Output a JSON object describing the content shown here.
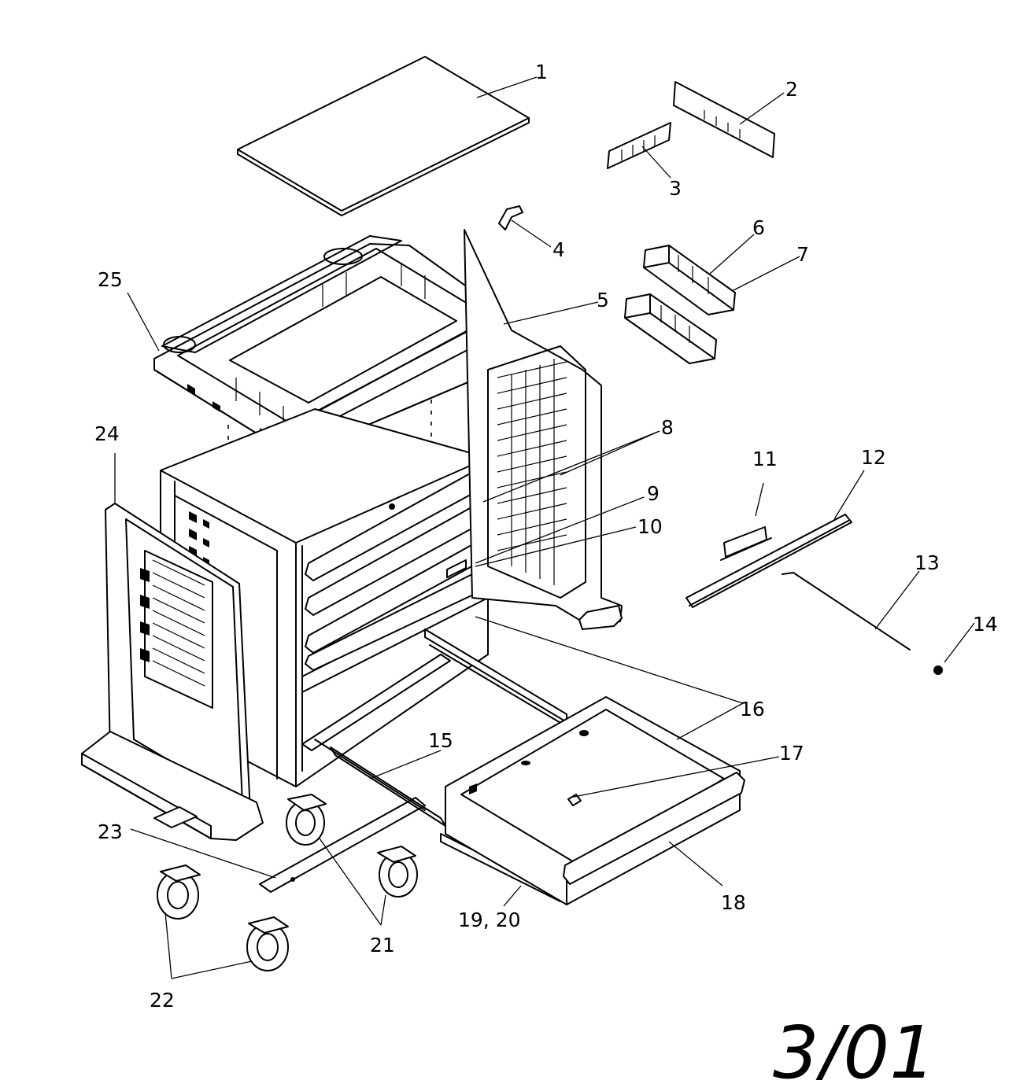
{
  "callouts": [
    {
      "id": "c1",
      "label": "1"
    },
    {
      "id": "c2",
      "label": "2"
    },
    {
      "id": "c3",
      "label": "3"
    },
    {
      "id": "c4",
      "label": "4"
    },
    {
      "id": "c5",
      "label": "5"
    },
    {
      "id": "c6",
      "label": "6"
    },
    {
      "id": "c7",
      "label": "7"
    },
    {
      "id": "c8",
      "label": "8"
    },
    {
      "id": "c9",
      "label": "9"
    },
    {
      "id": "c10",
      "label": "10"
    },
    {
      "id": "c11",
      "label": "11"
    },
    {
      "id": "c12",
      "label": "12"
    },
    {
      "id": "c13",
      "label": "13"
    },
    {
      "id": "c14",
      "label": "14"
    },
    {
      "id": "c15",
      "label": "15"
    },
    {
      "id": "c16",
      "label": "16"
    },
    {
      "id": "c17",
      "label": "17"
    },
    {
      "id": "c18",
      "label": "18"
    },
    {
      "id": "c19",
      "label": "19, 20"
    },
    {
      "id": "c21",
      "label": "21"
    },
    {
      "id": "c22",
      "label": "22"
    },
    {
      "id": "c23",
      "label": "23"
    },
    {
      "id": "c24",
      "label": "24"
    },
    {
      "id": "c25",
      "label": "25"
    }
  ],
  "page_code": "3/01"
}
